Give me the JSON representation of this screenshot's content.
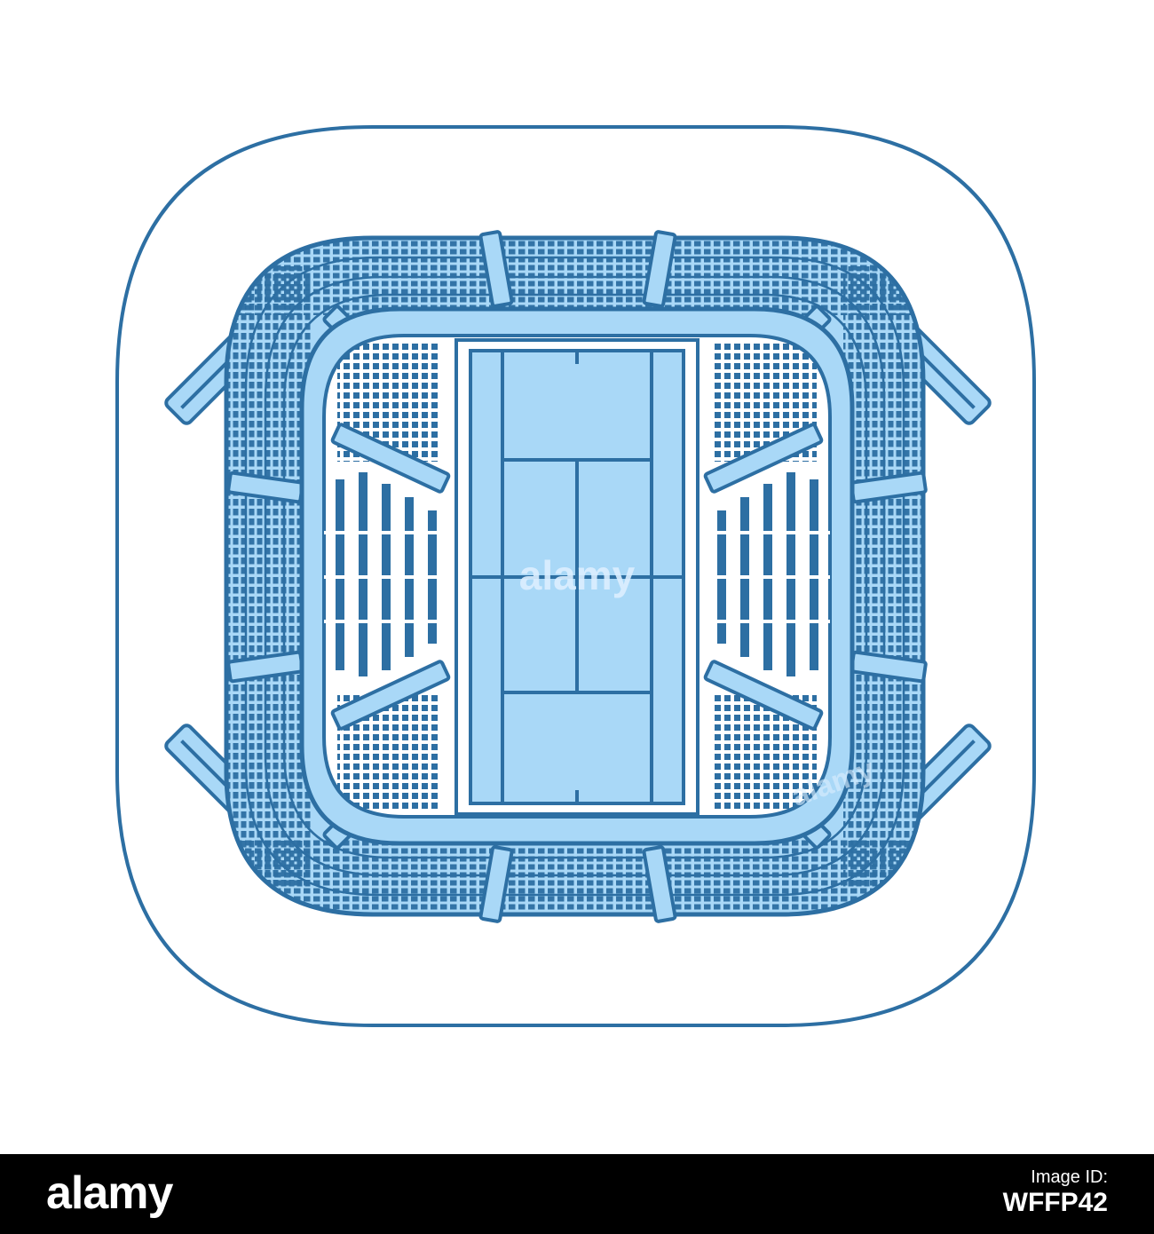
{
  "colors": {
    "stroke": "#2d6fa3",
    "fill_light": "#a9d8f7",
    "background": "#ffffff",
    "footer": "#000000"
  },
  "watermark": {
    "center": "alamy",
    "corner": "alamy"
  },
  "footer": {
    "brand": "alamy",
    "image_id_label": "Image ID:",
    "image_id": "WFFP42"
  }
}
